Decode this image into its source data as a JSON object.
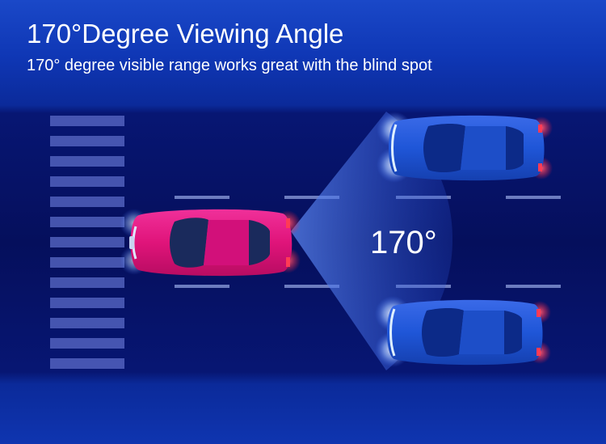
{
  "header": {
    "title": "170°Degree Viewing Angle",
    "subtitle": "170° degree visible range works great with the blind spot"
  },
  "scene": {
    "angle_label": "170°",
    "colors": {
      "road": "#050f5c",
      "band": "#0f37b5",
      "lane_marking": "#7f8fd0",
      "crosswalk": "#6a7ad0",
      "main_car": "#e0147a",
      "other_cars": "#1f56d8",
      "headlight": "#cfe4ff",
      "taillight": "#ff2a4a",
      "viewing_cone": "#4a7ae8"
    },
    "icons": [
      "magenta-car-icon",
      "blue-car-icon",
      "blue-car-icon"
    ]
  }
}
